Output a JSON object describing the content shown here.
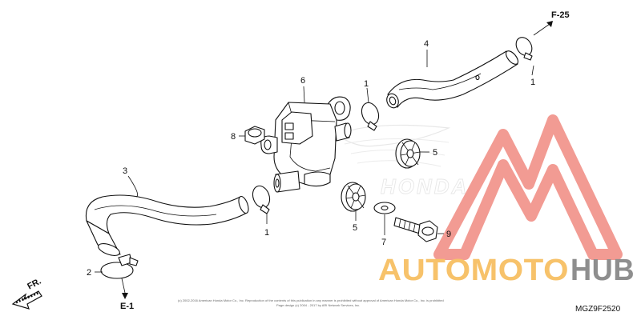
{
  "diagram": {
    "reference_labels": {
      "f25": "F-25",
      "e1": "E-1",
      "front": "FR."
    },
    "callouts": [
      {
        "id": "c-4",
        "text": "4"
      },
      {
        "id": "c-1a",
        "text": "1"
      },
      {
        "id": "c-6",
        "text": "6"
      },
      {
        "id": "c-1b",
        "text": "1"
      },
      {
        "id": "c-8",
        "text": "8"
      },
      {
        "id": "c-5a",
        "text": "5"
      },
      {
        "id": "c-3",
        "text": "3"
      },
      {
        "id": "c-1c",
        "text": "1"
      },
      {
        "id": "c-5b",
        "text": "5"
      },
      {
        "id": "c-2",
        "text": "2"
      },
      {
        "id": "c-7",
        "text": "7"
      },
      {
        "id": "c-9",
        "text": "9"
      }
    ],
    "diagram_code": "MGZ9F2520",
    "copyright_line1": "(c) 2002-2016 American Honda Motor Co., Inc. Reproduction of the contents of this publication in any manner is prohibited without approval of American Honda Motor Co., Inc. is prohibited",
    "copyright_line2": "Page design (c) 2004 - 2017 by ARI Network Services, Inc.",
    "background_watermark": "HONDA"
  },
  "watermark": {
    "word_part1": "AUTOMOTO",
    "word_part2": "HUB",
    "colors": {
      "red": "#f08a80",
      "orange": "#f7c26a",
      "gray": "#8e8e8e"
    }
  }
}
